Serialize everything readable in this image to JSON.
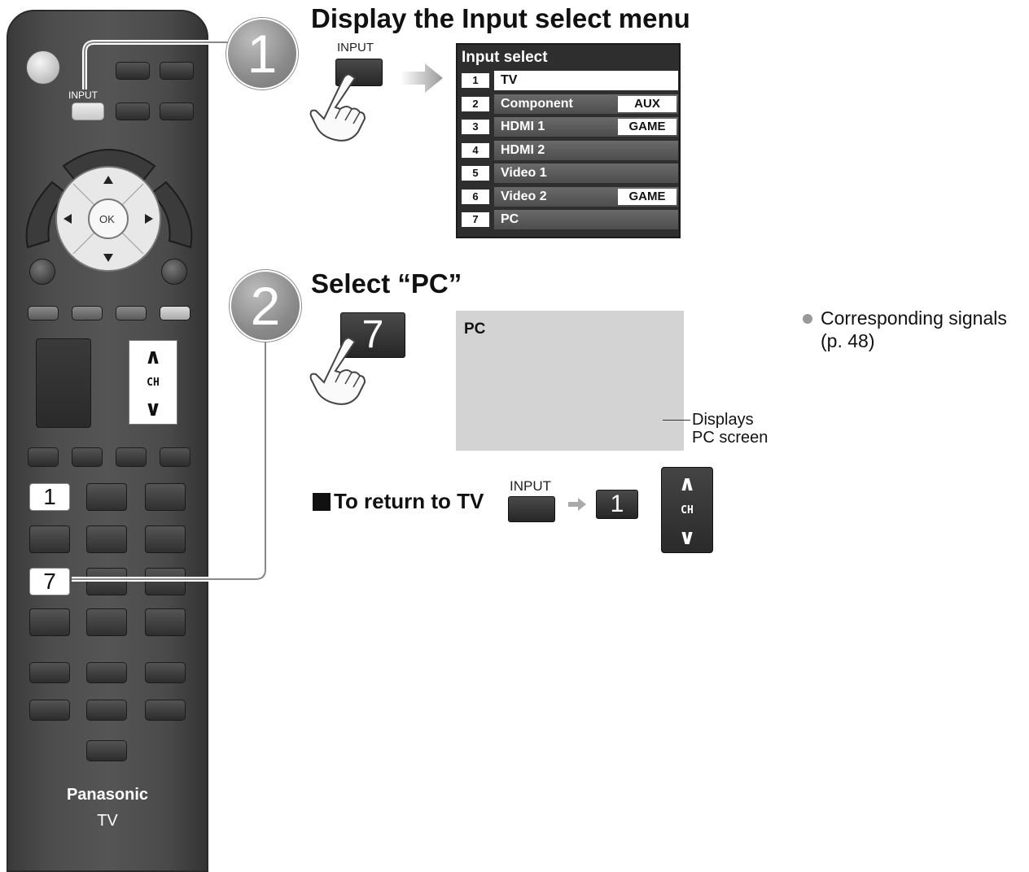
{
  "remote": {
    "input_label": "INPUT",
    "ok_label": "OK",
    "ch_label": "CH",
    "key_1": "1",
    "key_7": "7",
    "brand": "Panasonic",
    "model": "TV"
  },
  "step1": {
    "number": "1",
    "title": "Display the Input select menu",
    "button_label": "INPUT"
  },
  "input_menu": {
    "title": "Input select",
    "rows": [
      {
        "num": "1",
        "label": "TV",
        "tag": "",
        "selected": true
      },
      {
        "num": "2",
        "label": "Component",
        "tag": "AUX",
        "selected": false
      },
      {
        "num": "3",
        "label": "HDMI 1",
        "tag": "GAME",
        "selected": false
      },
      {
        "num": "4",
        "label": "HDMI 2",
        "tag": "",
        "selected": false
      },
      {
        "num": "5",
        "label": "Video 1",
        "tag": "",
        "selected": false
      },
      {
        "num": "6",
        "label": "Video 2",
        "tag": "GAME",
        "selected": false
      },
      {
        "num": "7",
        "label": "PC",
        "tag": "",
        "selected": false
      }
    ]
  },
  "step2": {
    "number": "2",
    "title": "Select “PC”",
    "key": "7",
    "screen_label": "PC",
    "callout_line1": "Displays",
    "callout_line2": "PC screen"
  },
  "note": {
    "line1": "Corresponding signals",
    "line2": "(p. 48)"
  },
  "return": {
    "label": "To return to TV",
    "input_label": "INPUT",
    "key": "1",
    "ch_label": "CH"
  },
  "colors": {
    "remote_body": "#4c4c4c",
    "step_circle": "#8a8a8a",
    "menu_bg": "#2e2e2e",
    "screen_bg": "#d3d3d3"
  }
}
